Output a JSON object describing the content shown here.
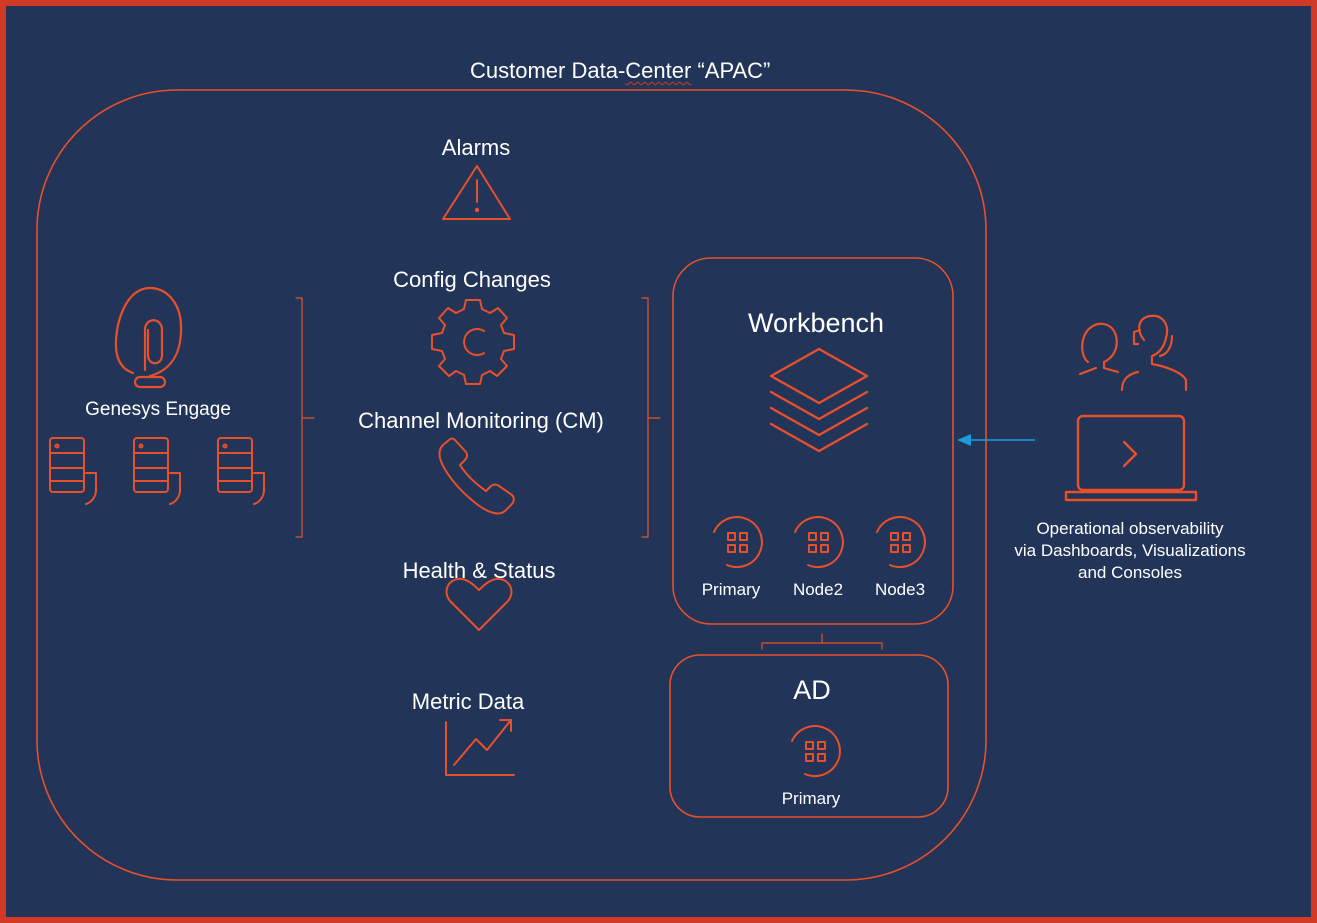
{
  "colors": {
    "background": "#223458",
    "frame": "#d33a26",
    "accent": "#e8502b",
    "text": "#ffffff",
    "arrow": "#1e9be0"
  },
  "datacenter": {
    "title_prefix": "Customer Data-",
    "title_squiggle": "Center",
    "title_suffix": " “APAC”"
  },
  "engage": {
    "label": "Genesys Engage",
    "icon": "genesys-logo-icon",
    "server_icon": "server-shield-icon",
    "server_count": 3
  },
  "data_streams": [
    {
      "label": "Alarms",
      "icon": "warning-triangle-icon"
    },
    {
      "label": "Config Changes",
      "icon": "gear-icon"
    },
    {
      "label": "Channel Monitoring (CM)",
      "icon": "phone-icon"
    },
    {
      "label": "Health & Status",
      "icon": "heart-icon"
    },
    {
      "label": "Metric Data",
      "icon": "trend-chart-icon"
    }
  ],
  "workbench": {
    "title": "Workbench",
    "icon": "layers-stack-icon",
    "nodes": [
      {
        "label": "Primary",
        "icon": "node-grid-icon"
      },
      {
        "label": "Node2",
        "icon": "node-grid-icon"
      },
      {
        "label": "Node3",
        "icon": "node-grid-icon"
      }
    ]
  },
  "ad": {
    "title": "AD",
    "node": {
      "label": "Primary",
      "icon": "node-grid-icon"
    }
  },
  "observability": {
    "line1": "Operational observability",
    "line2": "via Dashboards, Visualizations",
    "line3": "and Consoles",
    "users_icon": "users-headset-icon",
    "laptop_icon": "laptop-console-icon"
  }
}
